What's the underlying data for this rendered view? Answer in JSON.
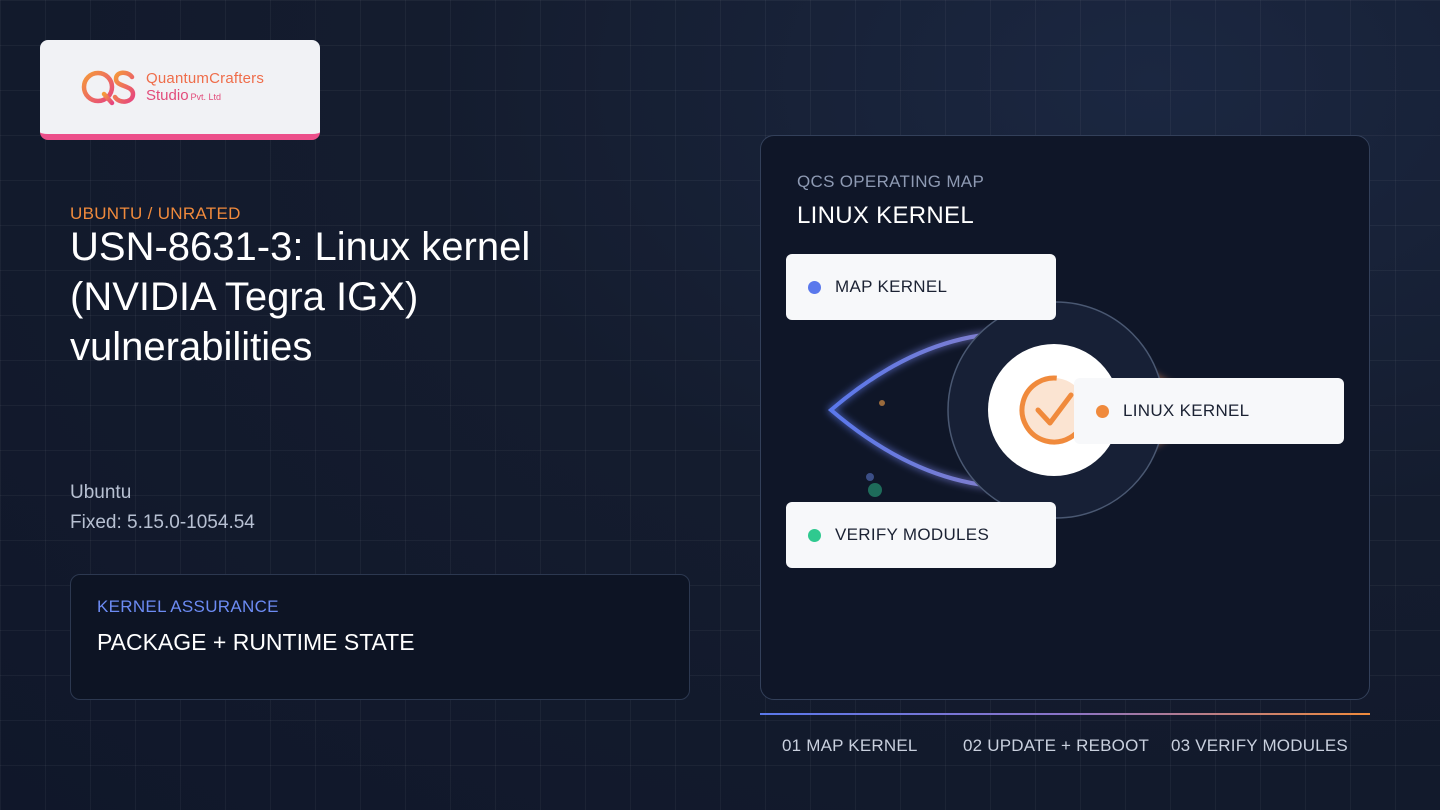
{
  "brand": {
    "name_line1": "QuantumCrafters",
    "name_line2": "Studio",
    "name_suffix": "Pvt. Ltd",
    "logo_mark_text": "QS",
    "colors": {
      "orange": "#ef6d4a",
      "pink": "#e24b7a",
      "underline": "#ec4f8a"
    }
  },
  "advisory": {
    "eyebrow": "UBUNTU / UNRATED",
    "title": "USN-8631-3: Linux kernel (NVIDIA Tegra IGX) vulnerabilities",
    "distro": "Ubuntu",
    "fixed": "Fixed: 5.15.0-1054.54"
  },
  "assurance": {
    "label": "KERNEL ASSURANCE",
    "value": "PACKAGE + RUNTIME STATE"
  },
  "map": {
    "eyebrow": "QCS OPERATING MAP",
    "title": "LINUX KERNEL",
    "center_icon": "check-circle-icon",
    "nodes": [
      {
        "label": "MAP KERNEL",
        "color": "#5a78ec"
      },
      {
        "label": "LINUX KERNEL",
        "color": "#f08a3c"
      },
      {
        "label": "VERIFY MODULES",
        "color": "#2fc98f"
      }
    ]
  },
  "steps": [
    {
      "label": "01 MAP KERNEL"
    },
    {
      "label": "02 UPDATE + REBOOT"
    },
    {
      "label": "03 VERIFY MODULES"
    }
  ],
  "colors": {
    "accent_blue": "#5a78ec",
    "accent_orange": "#f08a3c",
    "accent_green": "#2fc98f",
    "background": "#141c2e"
  }
}
